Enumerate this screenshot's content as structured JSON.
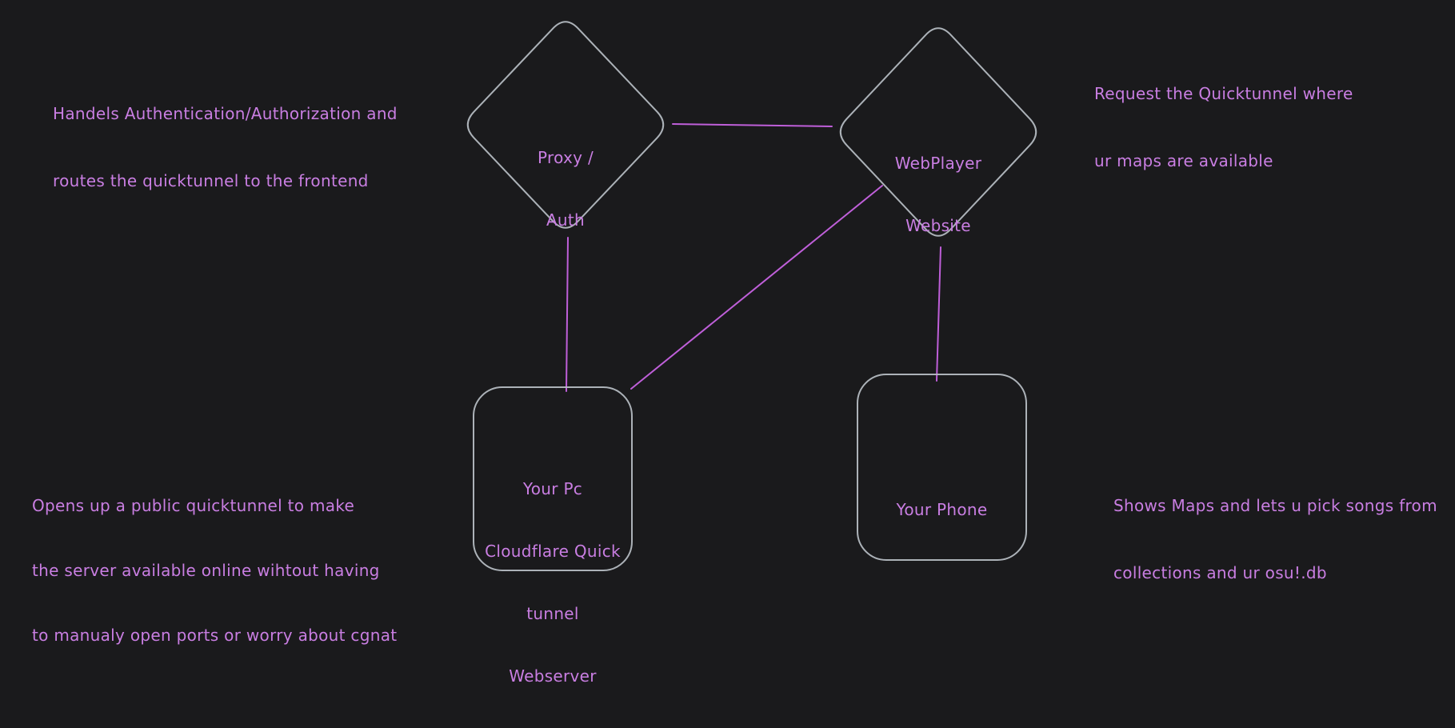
{
  "theme": {
    "background": "#1a1a1c",
    "shape_stroke": "#b9bfc5",
    "text_color": "#c97ee2",
    "line_color": "#bf5fd9"
  },
  "nodes": {
    "proxy_auth": {
      "shape": "diamond",
      "lines": [
        "Proxy /",
        "Auth"
      ]
    },
    "webplayer_website": {
      "shape": "diamond",
      "lines": [
        "WebPlayer",
        "Website"
      ]
    },
    "pc_webserver": {
      "shape": "rounded-rect",
      "lines": [
        "Your Pc",
        "Cloudflare Quick",
        "tunnel",
        "Webserver"
      ]
    },
    "your_phone": {
      "shape": "rounded-rect",
      "lines": [
        "Your Phone"
      ]
    }
  },
  "edges": [
    {
      "from": "proxy_auth",
      "to": "webplayer_website"
    },
    {
      "from": "proxy_auth",
      "to": "pc_webserver"
    },
    {
      "from": "webplayer_website",
      "to": "pc_webserver"
    },
    {
      "from": "webplayer_website",
      "to": "your_phone"
    }
  ],
  "annotations": {
    "top_left": {
      "lines": [
        "Handels Authentication/Authorization and",
        "routes the quicktunnel to the frontend"
      ]
    },
    "top_right": {
      "lines": [
        "Request the Quicktunnel where",
        "ur maps are available"
      ]
    },
    "bottom_left": {
      "lines": [
        "Opens up a public quicktunnel to make",
        "the server available online wihtout having",
        "to manualy open ports or worry about cgnat"
      ]
    },
    "bottom_right": {
      "lines": [
        "Shows Maps and lets u pick songs from",
        "collections and ur osu!.db"
      ]
    }
  }
}
